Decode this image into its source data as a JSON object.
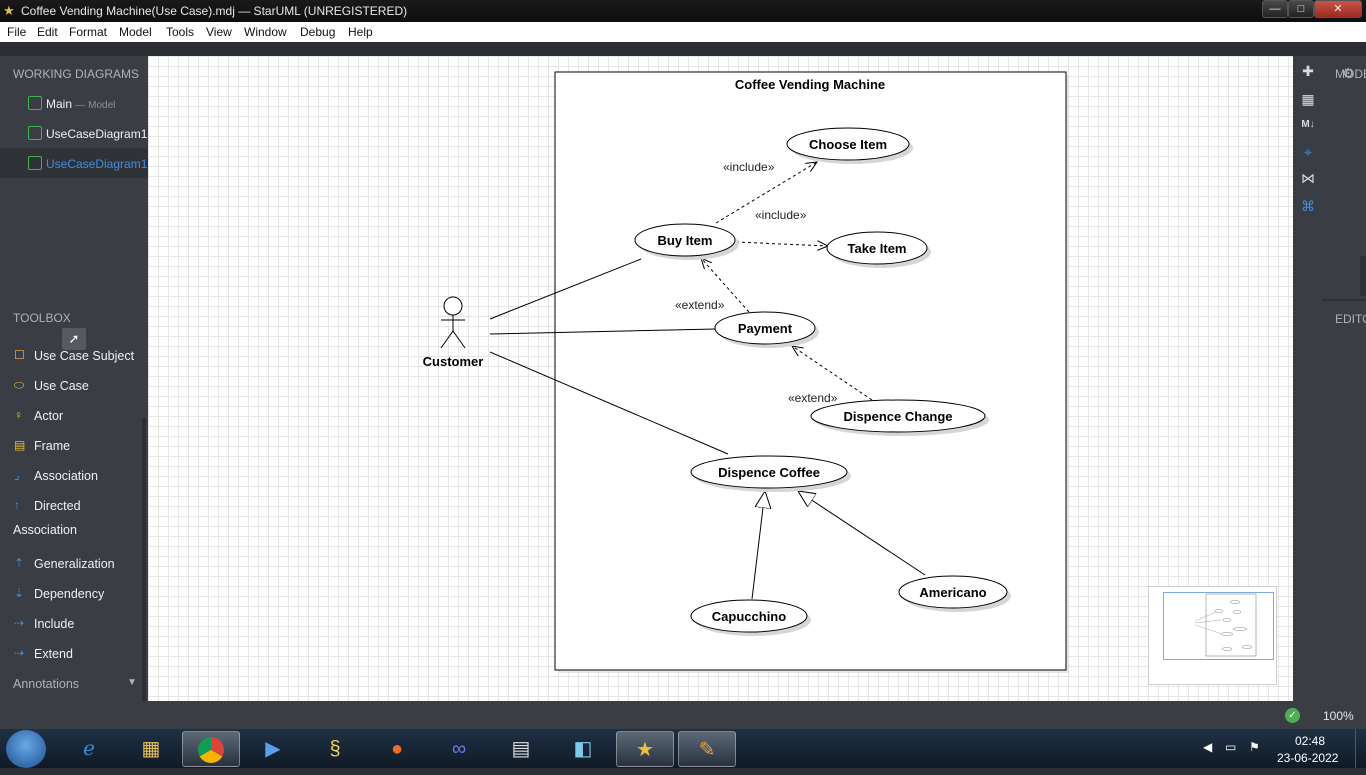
{
  "window": {
    "title": "Coffee Vending Machine(Use Case).mdj — StarUML (UNREGISTERED)",
    "min_glyph": "—",
    "max_glyph": "□",
    "close_glyph": "✕"
  },
  "menu": [
    "File",
    "Edit",
    "Format",
    "Model",
    "Tools",
    "View",
    "Window",
    "Debug",
    "Help"
  ],
  "sidebar": {
    "working_diagrams_title": "WORKING DIAGRAMS",
    "diagrams": [
      {
        "label": "Main",
        "sub": "— Model",
        "active": false
      },
      {
        "label": "UseCaseDiagram1",
        "sub": "",
        "active": false
      },
      {
        "label": "UseCaseDiagram1",
        "sub": "",
        "active": true
      }
    ],
    "toolbox_title": "TOOLBOX",
    "toolbox_items": [
      {
        "icon": "use-case-subject-icon",
        "label": "Use Case Subject"
      },
      {
        "icon": "use-case-icon",
        "label": "Use Case"
      },
      {
        "icon": "actor-icon",
        "label": "Actor"
      },
      {
        "icon": "frame-icon",
        "label": "Frame"
      },
      {
        "icon": "association-icon",
        "label": "Association"
      },
      {
        "icon": "directed-association-icon",
        "label": "Directed"
      },
      {
        "icon": "",
        "label": "Association"
      },
      {
        "icon": "generalization-icon",
        "label": "Generalization"
      },
      {
        "icon": "dependency-icon",
        "label": "Dependency"
      },
      {
        "icon": "include-icon",
        "label": "Include"
      },
      {
        "icon": "extend-icon",
        "label": "Extend"
      }
    ],
    "annotations_label": "Annotations"
  },
  "diagram": {
    "subject_title": "Coffee Vending Machine",
    "actor": "Customer",
    "use_cases": {
      "choose_item": "Choose Item",
      "buy_item": "Buy Item",
      "take_item": "Take Item",
      "payment": "Payment",
      "dispence_change": "Dispence Change",
      "dispence_coffee": "Dispence Coffee",
      "capucchino": "Capucchino",
      "americano": "Americano"
    },
    "stereotypes": {
      "include_1": "«include»",
      "include_2": "«include»",
      "extend_1": "«extend»",
      "extend_2": "«extend»"
    }
  },
  "right_panel": {
    "model_label": "MODEL",
    "editors_label": "EDITORS"
  },
  "status": {
    "zoom": "100%"
  },
  "taskbar": {
    "apps": [
      "internet-explorer-icon",
      "file-explorer-icon",
      "chrome-icon",
      "media-player-icon",
      "python-icon",
      "firefox-icon",
      "infinity-app-icon",
      "notepad-icon",
      "book-app-icon",
      "staruml-icon",
      "paint-icon"
    ],
    "time": "02:48",
    "date": "23-06-2022"
  },
  "colors": {
    "accent": "#3f8ee0",
    "sidebar_bg": "#3a3e44",
    "icon_green": "#3bb54a"
  }
}
